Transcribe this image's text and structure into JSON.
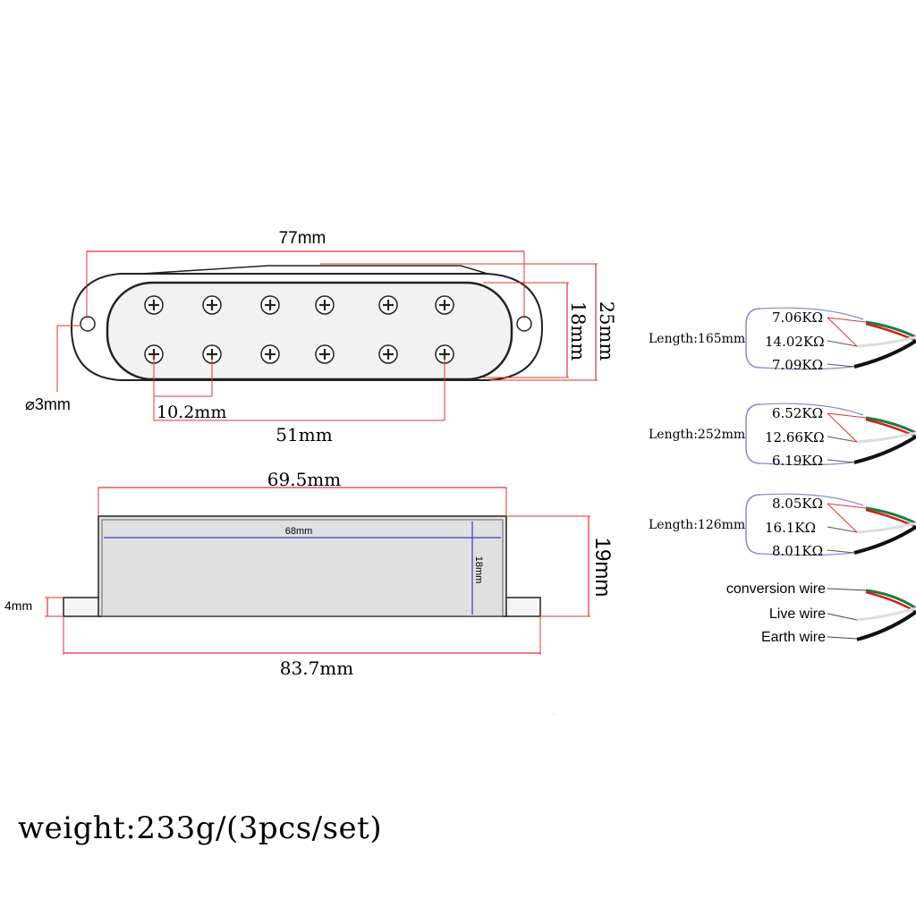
{
  "top_view": {
    "length_total": "77mm",
    "height_outer": "25mm",
    "height_inner": "18mm",
    "hole_diameter": "⌀3mm",
    "pole_spacing": "10.2mm",
    "pole_span": "51mm"
  },
  "side_view": {
    "cover_length": "69.5mm",
    "inner_length": "68mm",
    "inner_height": "18mm",
    "total_height": "19mm",
    "base_thickness": "4mm",
    "base_length": "83.7mm"
  },
  "wiring": [
    {
      "length_label": "Length:165mm",
      "resistances": [
        "7.06KΩ",
        "14.02KΩ",
        "7.09KΩ"
      ]
    },
    {
      "length_label": "Length:252mm",
      "resistances": [
        "6.52KΩ",
        "12.66KΩ",
        "6.19KΩ"
      ]
    },
    {
      "length_label": "Length:126mm",
      "resistances": [
        "8.05KΩ",
        "16.1KΩ",
        "8.01KΩ"
      ]
    }
  ],
  "wire_legend": [
    "conversion wire",
    "Live wire",
    "Earth wire"
  ],
  "weight": "weight:233g/(3pcs/set)",
  "colors": {
    "dimension": "#e0342c",
    "inner_dimension": "#3a3ad0",
    "outline": "#222222",
    "bracket": "#8a8ad8"
  }
}
